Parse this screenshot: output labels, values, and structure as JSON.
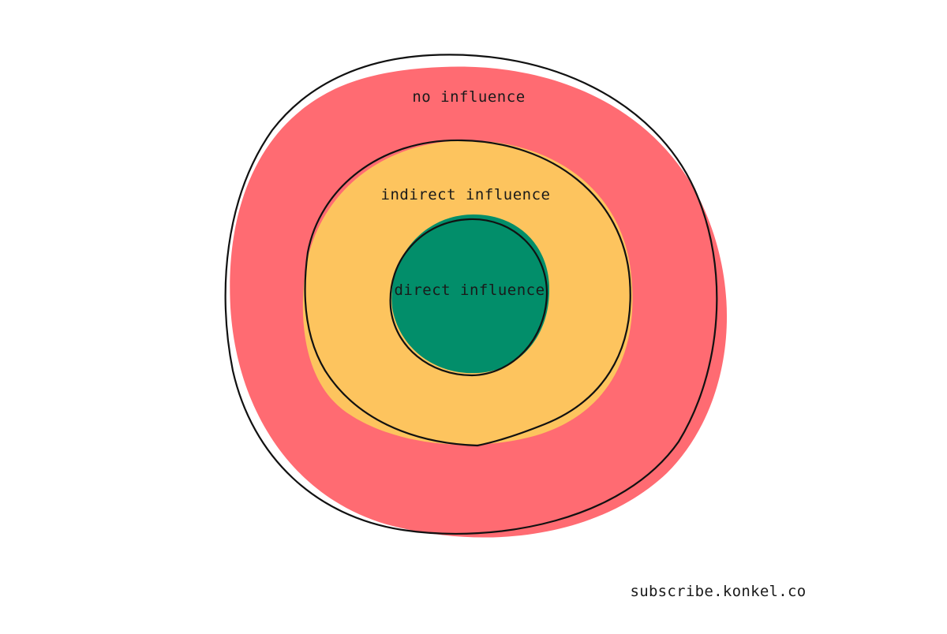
{
  "diagram": {
    "outer_label": "no influence",
    "middle_label": "indirect influence",
    "inner_label": "direct influence",
    "footer": "subscribe.konkel.co"
  },
  "colors": {
    "outer_fill": "#FF6B72",
    "middle_fill": "#FDC45E",
    "inner_fill": "#028E6A",
    "stroke": "#111111",
    "background": "#FFFFFF"
  }
}
